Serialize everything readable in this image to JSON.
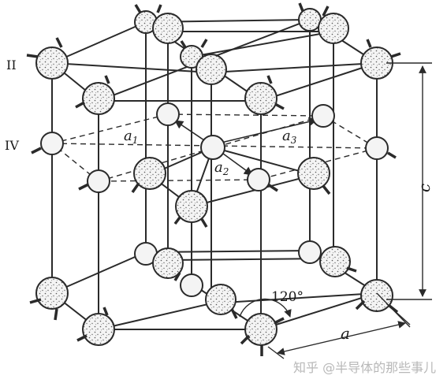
{
  "diagram": {
    "layer_labels": {
      "top": "II",
      "middle": "IV"
    },
    "vector_labels": {
      "a1": "a",
      "a1_sub": "1",
      "a2": "a",
      "a2_sub": "2",
      "a3": "a",
      "a3_sub": "3"
    },
    "angle_label": "120°",
    "lattice_a": "a",
    "lattice_c": "c",
    "watermark": "知乎 @半导体的那些事儿"
  },
  "colors": {
    "line": "#2a2a2a",
    "atom_fill": "#f2f2f2",
    "atom_dots": "#555555",
    "watermark": "#b8b8b8"
  }
}
